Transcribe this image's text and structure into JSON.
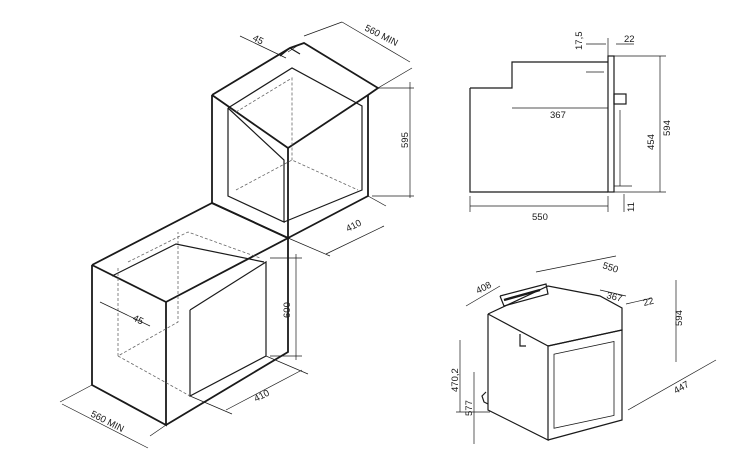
{
  "cabinet_top": {
    "depth_label": "560 MIN",
    "gap_label": "45",
    "height_label": "595",
    "width_label": "410"
  },
  "cabinet_bottom": {
    "depth_label": "560 MIN",
    "gap_label": "45",
    "height_label": "600",
    "width_label": "410"
  },
  "side_view": {
    "top_offset": "17,5",
    "front_thickness": "22",
    "inner_depth": "367",
    "panel_height": "454",
    "total_height": "594",
    "bottom_offset": "11",
    "total_depth": "550"
  },
  "oven_view": {
    "width": "408",
    "depth": "550",
    "inner_depth": "367",
    "front_thickness": "22",
    "height": "594",
    "base_height": "470,2",
    "body_height": "577",
    "overall_depth": "447"
  }
}
